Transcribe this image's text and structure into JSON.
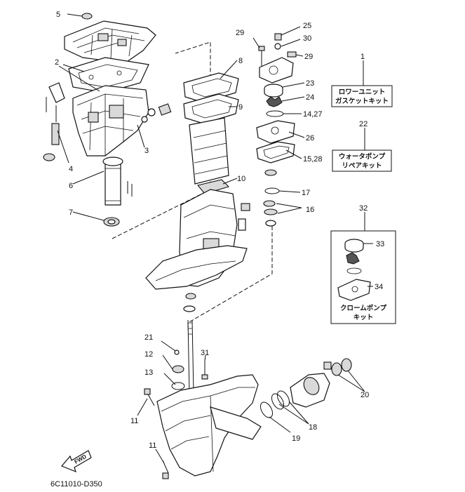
{
  "callouts": {
    "c1": "1",
    "c2": "2",
    "c3": "3",
    "c4": "4",
    "c5": "5",
    "c6": "6",
    "c7": "7",
    "c8": "8",
    "c9": "9",
    "c10": "10",
    "c11a": "11",
    "c11b": "11",
    "c12": "12",
    "c13": "13",
    "c14_27": "14,27",
    "c15_28": "15,28",
    "c16": "16",
    "c17": "17",
    "c18": "18",
    "c19": "19",
    "c20": "20",
    "c21": "21",
    "c22": "22",
    "c23": "23",
    "c24": "24",
    "c25": "25",
    "c26": "26",
    "c29a": "29",
    "c29b": "29",
    "c30": "30",
    "c31": "31",
    "c32": "32",
    "c33": "33",
    "c34": "34"
  },
  "kits": {
    "lower_unit_gasket": {
      "line1": "ロワーユニット",
      "line2": "ガスケットキット"
    },
    "water_pump_repair": {
      "line1": "ウォータポンプ",
      "line2": "リペアキット"
    },
    "chrome_pump": {
      "line1": "クロームポンプ",
      "line2": "キット"
    }
  },
  "fwd_label": "FWD",
  "diagram_code": "6C11010-D350"
}
